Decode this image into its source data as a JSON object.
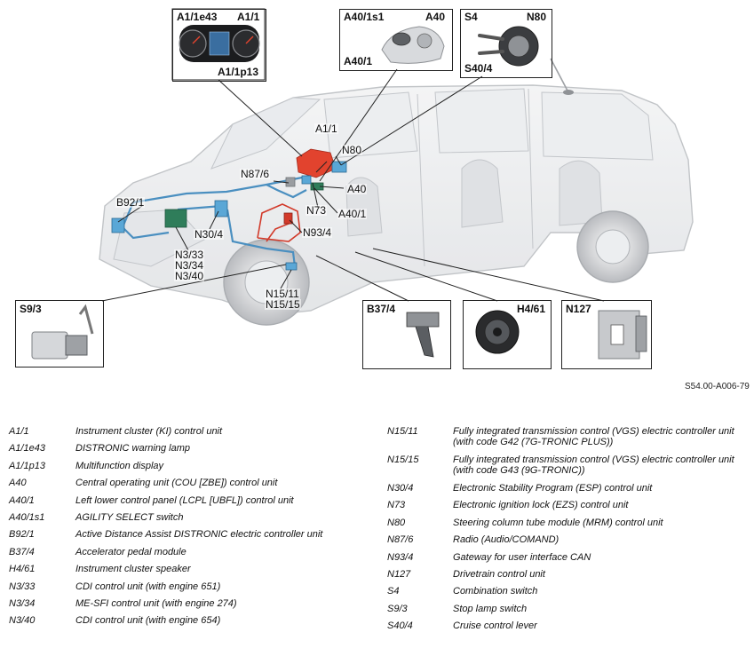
{
  "diagram": {
    "reference": "S54.00-A006-79",
    "insets": {
      "cluster": {
        "label_a": "A1/1e43",
        "label_b": "A1/1",
        "label_c": "A1/1p13"
      },
      "cou": {
        "label_a": "A40/1s1",
        "label_b": "A40",
        "label_c": "A40/1"
      },
      "combo": {
        "label_a": "S4",
        "label_b": "N80",
        "label_c": "S40/4"
      },
      "stoplamp": {
        "label_a": "S9/3"
      },
      "pedal": {
        "label_a": "B37/4"
      },
      "speaker": {
        "label_a": "H4/61"
      },
      "drivetrain": {
        "label_a": "N127"
      }
    },
    "callouts": {
      "a11": "A1/1",
      "n80": "N80",
      "n876": "N87/6",
      "a40": "A40",
      "b921": "B92/1",
      "n73": "N73",
      "a401": "A40/1",
      "n304": "N30/4",
      "n934": "N93/4",
      "n333": "N3/33",
      "n334": "N3/34",
      "n340": "N3/40",
      "n1511": "N15/11",
      "n1515": "N15/15"
    }
  },
  "legend": {
    "left": [
      {
        "code": "A1/1",
        "desc": "Instrument cluster (KI) control unit"
      },
      {
        "code": "A1/1e43",
        "desc": "DISTRONIC warning lamp"
      },
      {
        "code": "A1/1p13",
        "desc": "Multifunction display"
      },
      {
        "code": "A40",
        "desc": "Central operating unit (COU [ZBE]) control unit"
      },
      {
        "code": "A40/1",
        "desc": "Left lower control panel (LCPL [UBFL]) control unit"
      },
      {
        "code": "A40/1s1",
        "desc": "AGILITY SELECT switch"
      },
      {
        "code": "B92/1",
        "desc": "Active Distance Assist DISTRONIC electric controller unit"
      },
      {
        "code": "B37/4",
        "desc": "Accelerator pedal module"
      },
      {
        "code": "H4/61",
        "desc": "Instrument cluster speaker"
      },
      {
        "code": "N3/33",
        "desc": "CDI control unit (with engine 651)"
      },
      {
        "code": "N3/34",
        "desc": "ME-SFI control unit (with engine 274)"
      },
      {
        "code": "N3/40",
        "desc": "CDI control unit (with engine 654)"
      }
    ],
    "right": [
      {
        "code": "N15/11",
        "desc": "Fully integrated transmission control (VGS) electric controller unit (with code G42 (7G-TRONIC PLUS))"
      },
      {
        "code": "N15/15",
        "desc": "Fully integrated transmission control (VGS) electric controller unit (with code G43 (9G-TRONIC))"
      },
      {
        "code": "N30/4",
        "desc": "Electronic Stability Program (ESP) control unit"
      },
      {
        "code": "N73",
        "desc": "Electronic ignition lock (EZS) control unit"
      },
      {
        "code": "N80",
        "desc": "Steering column tube module (MRM) control unit"
      },
      {
        "code": "N87/6",
        "desc": "Radio (Audio/COMAND)"
      },
      {
        "code": "N93/4",
        "desc": "Gateway for user interface CAN"
      },
      {
        "code": "N127",
        "desc": "Drivetrain control unit"
      },
      {
        "code": "S4",
        "desc": "Combination switch"
      },
      {
        "code": "S9/3",
        "desc": "Stop lamp switch"
      },
      {
        "code": "S40/4",
        "desc": "Cruise control lever"
      }
    ]
  },
  "colors": {
    "can_blue": "#4a8fc0",
    "wire_red": "#d23a2a",
    "highlight_blue": "#5aa7d6",
    "highlight_red": "#e2432e",
    "highlight_green": "#2f7d5a",
    "ghost_gray": "#c9ccd0"
  }
}
